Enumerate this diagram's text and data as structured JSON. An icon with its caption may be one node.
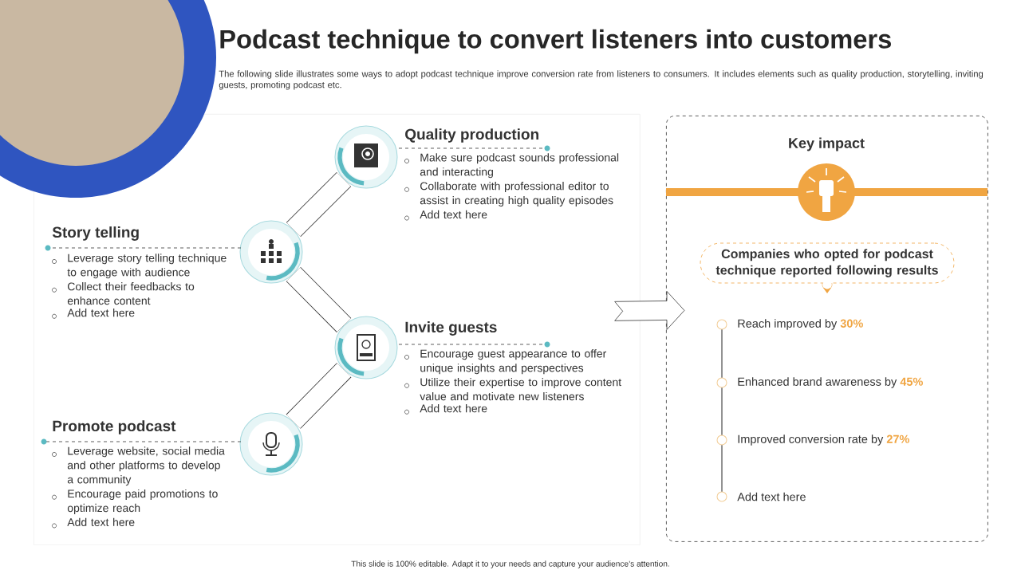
{
  "diagram": {
    "title": "Podcast technique to convert listeners into customers",
    "nodes": [
      {
        "text": [],
        "shape": "box"
      },
      {
        "text": [
          "Quality production",
          "Make sure podcast sounds professional and interacting",
          "Collaborate with professional editor to assist in creating high quality episodes",
          "Add text here"
        ],
        "in": 0
      },
      {
        "text": [
          "Story telling",
          "Leverage story telling technique to engage with audience",
          "Collect their feedbacks to enhance content",
          "Add text here"
        ],
        "in": 0
      },
      {
        "text": [
          "Invite guests",
          "Encourage guest appearance to offer unique insights and perspectives",
          "Utilize their expertise to improve content value and motivate new listeners",
          "Add text here"
        ],
        "in": 0
      },
      {
        "text": [
          "Promote podcast",
          "Leverage website, social media and other platforms to develop a community",
          "Encourage paid promotions to optimize reach",
          "Add text here"
        ],
        "in": 0
      },
      {
        "text": [
          "Key impact"
        ]
      },
      {
        "text": [
          "Companies who opted for podcast technique reported following results"
        ],
        "in": 5
      }
    ],
    "edges": [
      {
        "from": 2,
        "to": 1,
        "arrow": "none"
      },
      {
        "from": 2,
        "to": 3,
        "arrow": "none"
      },
      {
        "from": 3,
        "to": 4,
        "arrow": "none"
      },
      {
        "from": 0,
        "to": 5,
        "arrow": "to"
      }
    ],
    "labels": [
      "The following slide illustrates some ways to adopt podcast technique improve conversion rate from listeners to consumers. It includes elements such as quality production, storytelling, inviting guests, promoting podcast etc.",
      "Reach improved by **30%**",
      "Enhanced brand awareness by **45%**",
      "Improved conversion rate by **27%**",
      "Add text here",
      "This slide is 100% editable. Adapt it to your needs and capture your audience’s attention."
    ]
  }
}
